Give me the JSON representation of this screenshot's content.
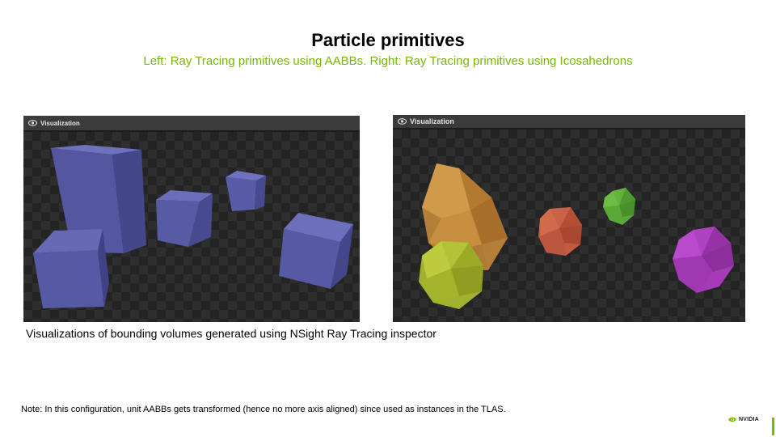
{
  "slide": {
    "title": "Particle primitives",
    "subtitle": "Left: Ray Tracing primitives using AABBs. Right: Ray Tracing primitives using Icosahedrons",
    "caption": "Visualizations of bounding volumes generated using NSight Ray Tracing inspector",
    "note": "Note: In this configuration, unit AABBs gets transformed (hence no more axis aligned) since used as instances in the TLAS.",
    "logo_text": "NVIDIA"
  },
  "left_panel": {
    "title": "Visualization",
    "icon": "eye-icon",
    "primitive": "AABB",
    "box_color": "#5a5ea8"
  },
  "right_panel": {
    "title": "Visualization",
    "icon": "eye-icon",
    "primitive": "Icosahedron",
    "colors": {
      "orange": "#c0873a",
      "yellow": "#a9b92e",
      "red": "#c45a3e",
      "green": "#5aa838",
      "purple": "#a63ab8"
    }
  },
  "colors": {
    "accent": "#76b900",
    "panel_bg": "#262626"
  }
}
